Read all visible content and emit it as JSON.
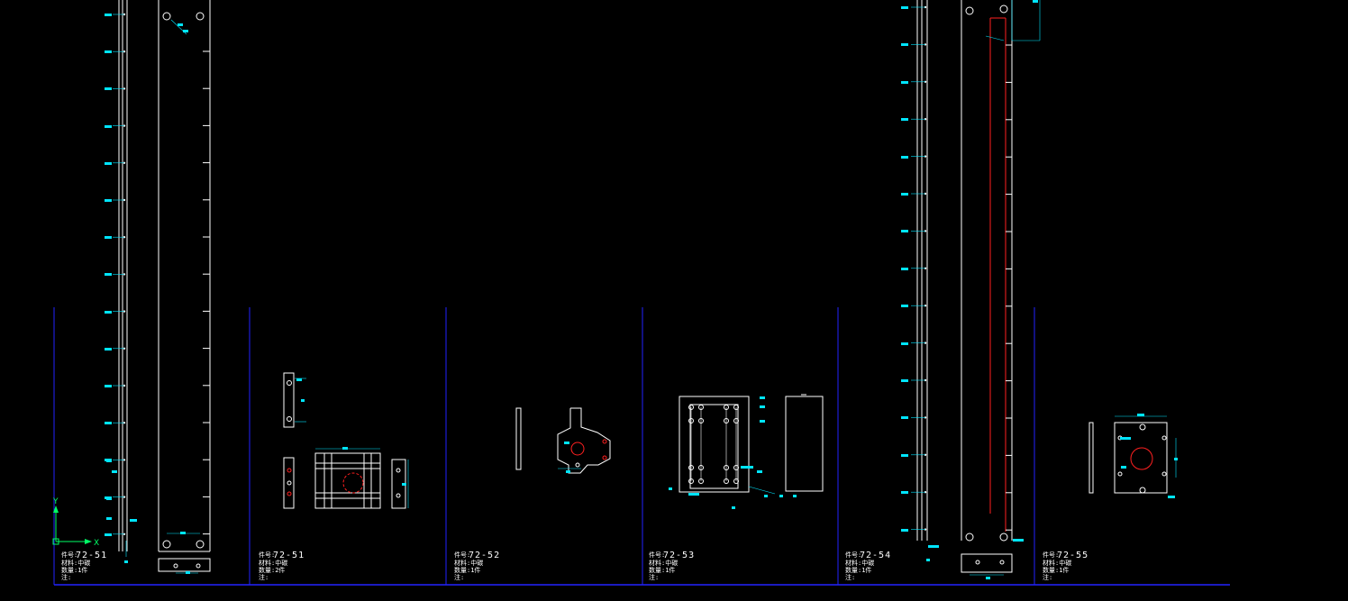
{
  "colors": {
    "background": "#000000",
    "frame": "#2222ff",
    "geometry": "#ffffff",
    "dimension": "#00e5ff",
    "centerline": "#ff2020",
    "ucs": "#00ff66"
  },
  "ucs": {
    "y_label": "Y",
    "x_label": "X"
  },
  "parts": [
    {
      "label": "72-51",
      "qty_line": "1件"
    },
    {
      "label": "72-51",
      "qty_line": "2件"
    },
    {
      "label": "72-52",
      "qty_line": "1件"
    },
    {
      "label": "72-53",
      "qty_line": "1件"
    },
    {
      "label": "72-54",
      "qty_line": "1件"
    },
    {
      "label": "72-55",
      "qty_line": "1件"
    }
  ],
  "title_prefixes": {
    "part_no": "件号:",
    "material": "材料:",
    "qty": "数量:",
    "note": "注:"
  },
  "material": "中碳"
}
